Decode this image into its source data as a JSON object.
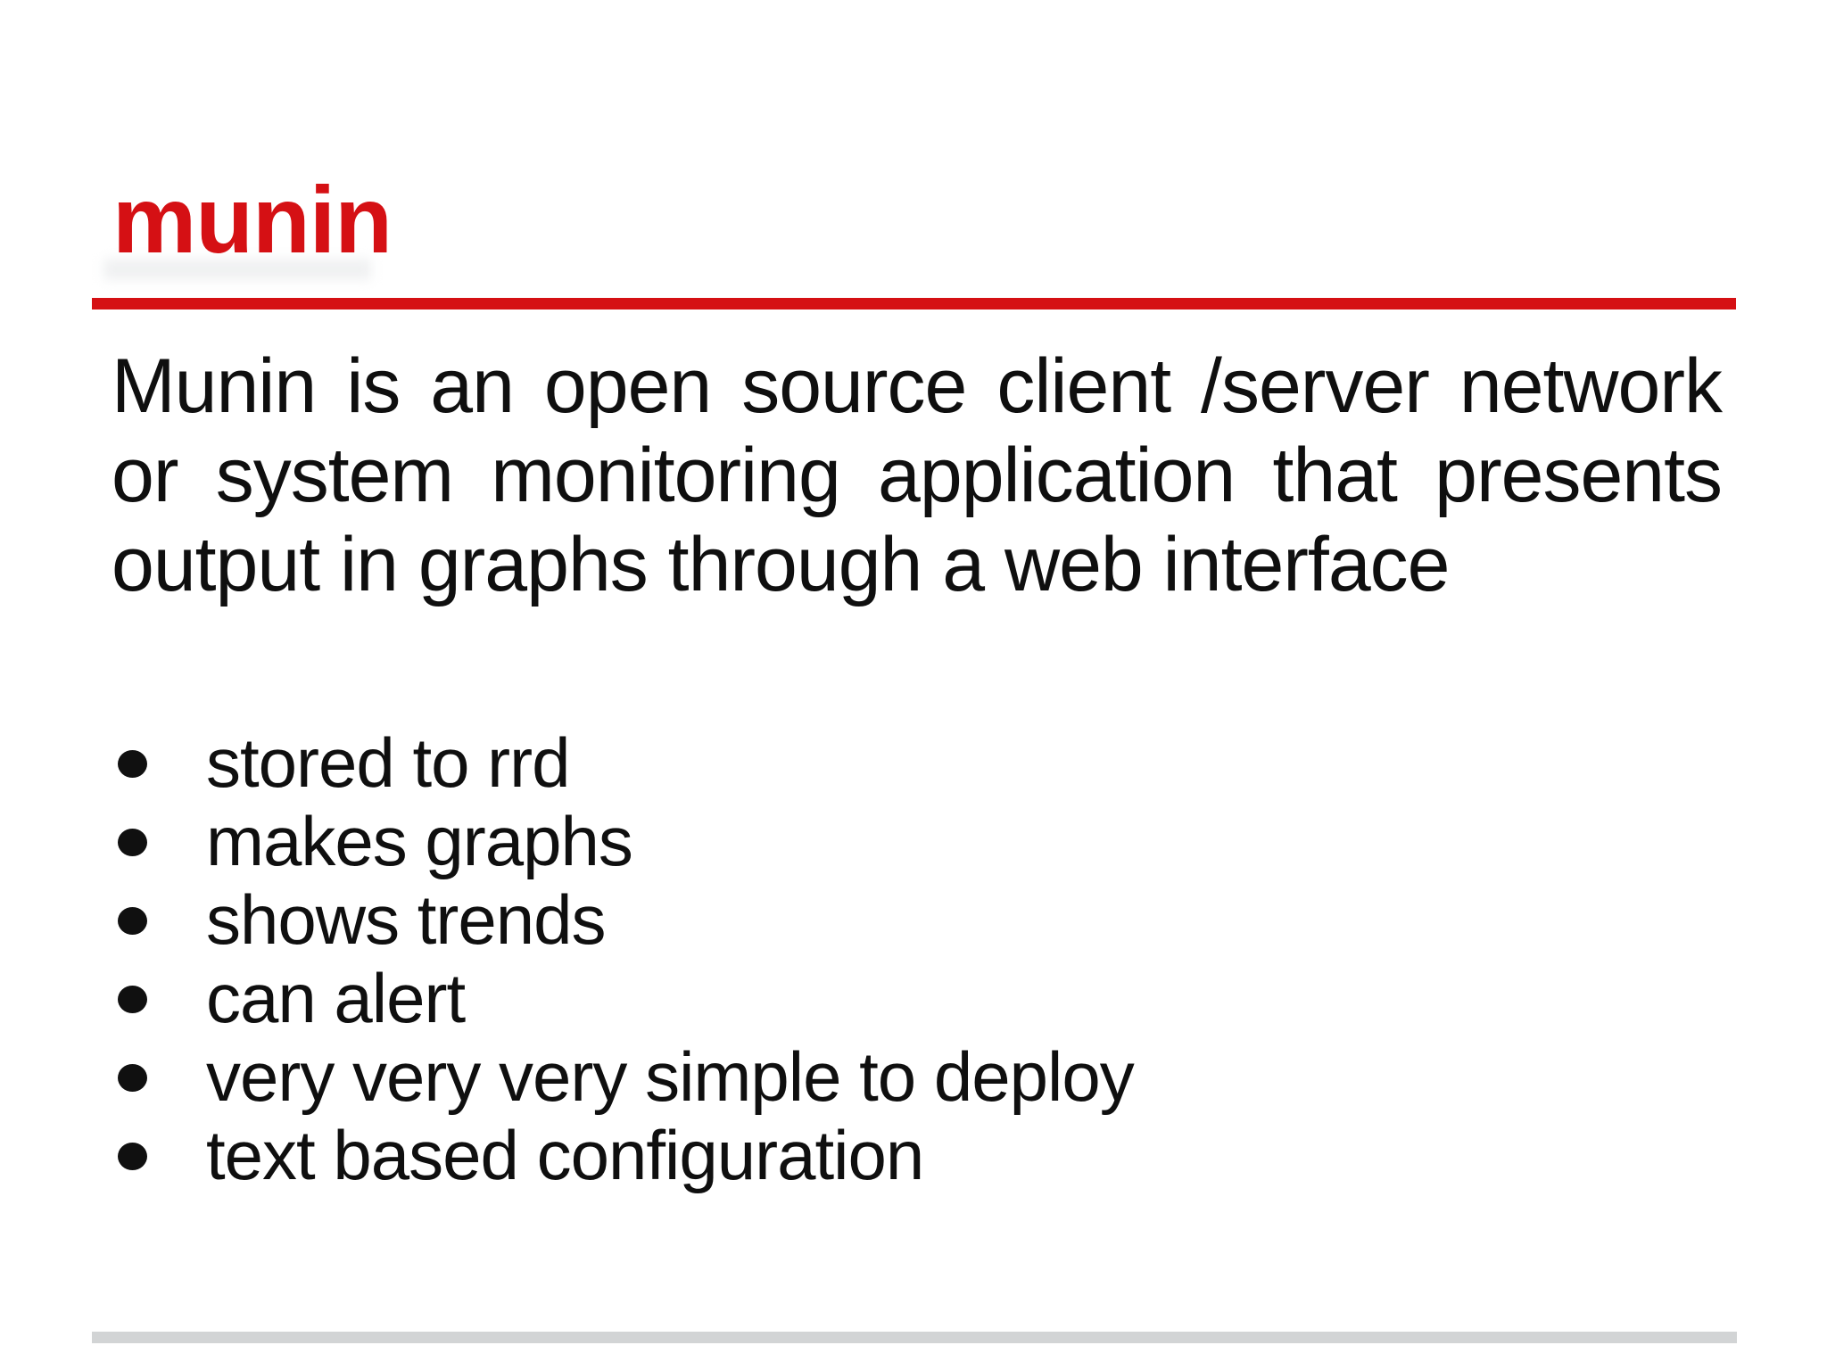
{
  "slide": {
    "title": "munin",
    "paragraph_lines": [
      "Munin is an open source client /server network",
      "or system monitoring application that presents",
      "output in graphs through a web interface"
    ],
    "bullets": [
      "stored to rrd",
      "makes graphs",
      "shows trends",
      "can alert",
      "very very very simple to deploy",
      "text based configuration"
    ],
    "colors": {
      "accent_red": "#d51014",
      "divider_gray": "#d2d4d5",
      "text": "#0f0f0f",
      "background": "#ffffff"
    }
  }
}
